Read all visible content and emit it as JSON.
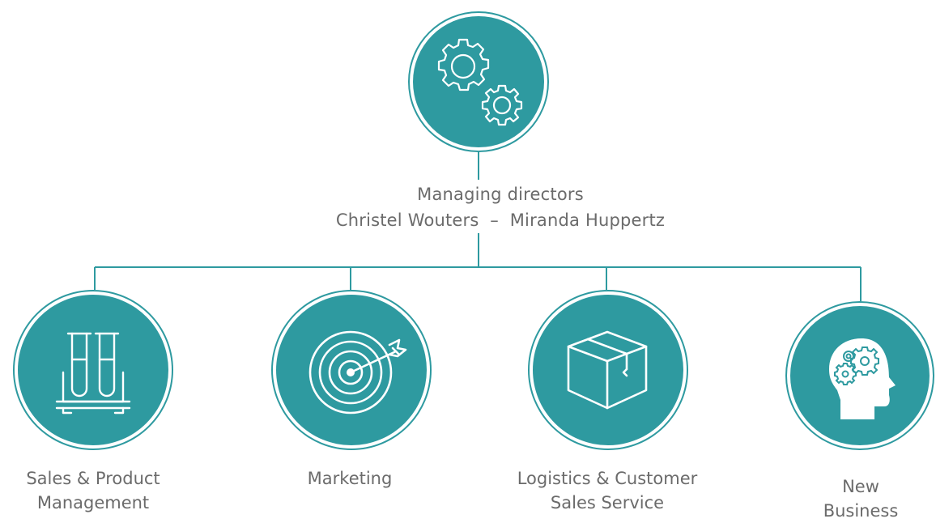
{
  "colors": {
    "teal": "#2e9aa0",
    "line": "#2e9aa0",
    "text": "#6b6b6b"
  },
  "top_node": {
    "icon": "gears-icon",
    "title": "Managing directors",
    "names": "Christel Wouters  –  Miranda Huppertz"
  },
  "departments": [
    {
      "icon": "test-tubes-icon",
      "label_lines": [
        "Sales & Product",
        "Management"
      ]
    },
    {
      "icon": "target-arrow-icon",
      "label_lines": [
        "Marketing"
      ]
    },
    {
      "icon": "box-icon",
      "label_lines": [
        "Logistics & Customer",
        "Sales Service"
      ]
    },
    {
      "icon": "head-gears-icon",
      "label_lines": [
        "New",
        "Business"
      ]
    }
  ]
}
